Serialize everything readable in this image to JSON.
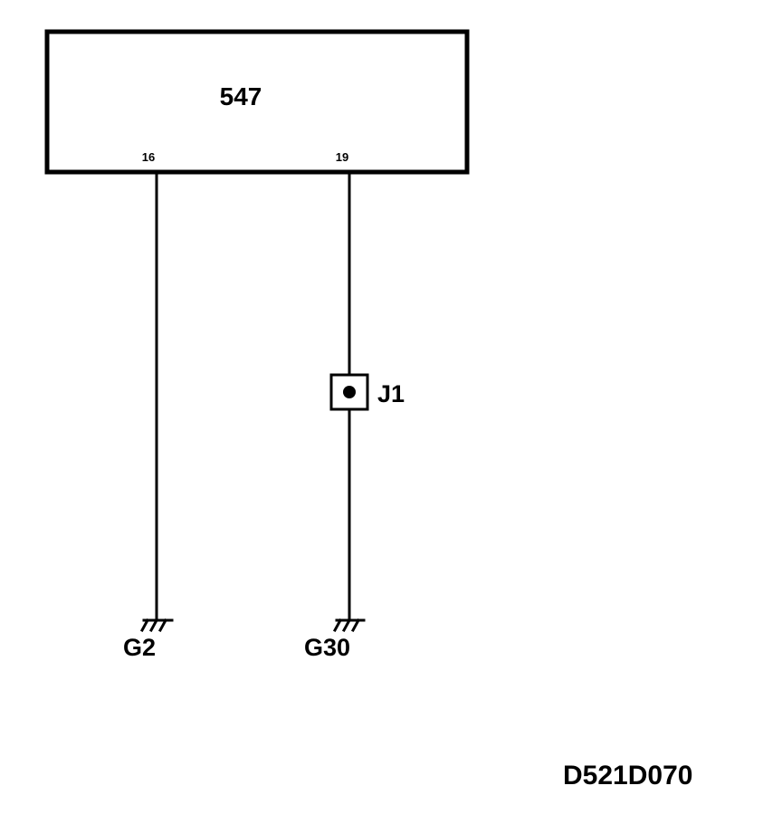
{
  "component": {
    "label": "547",
    "pins": [
      {
        "label": "16"
      },
      {
        "label": "19"
      }
    ]
  },
  "junction": {
    "label": "J1"
  },
  "grounds": [
    {
      "label": "G2"
    },
    {
      "label": "G30"
    }
  ],
  "diagram_code": "D521D070",
  "colors": {
    "line": "#000000",
    "background": "#ffffff"
  }
}
